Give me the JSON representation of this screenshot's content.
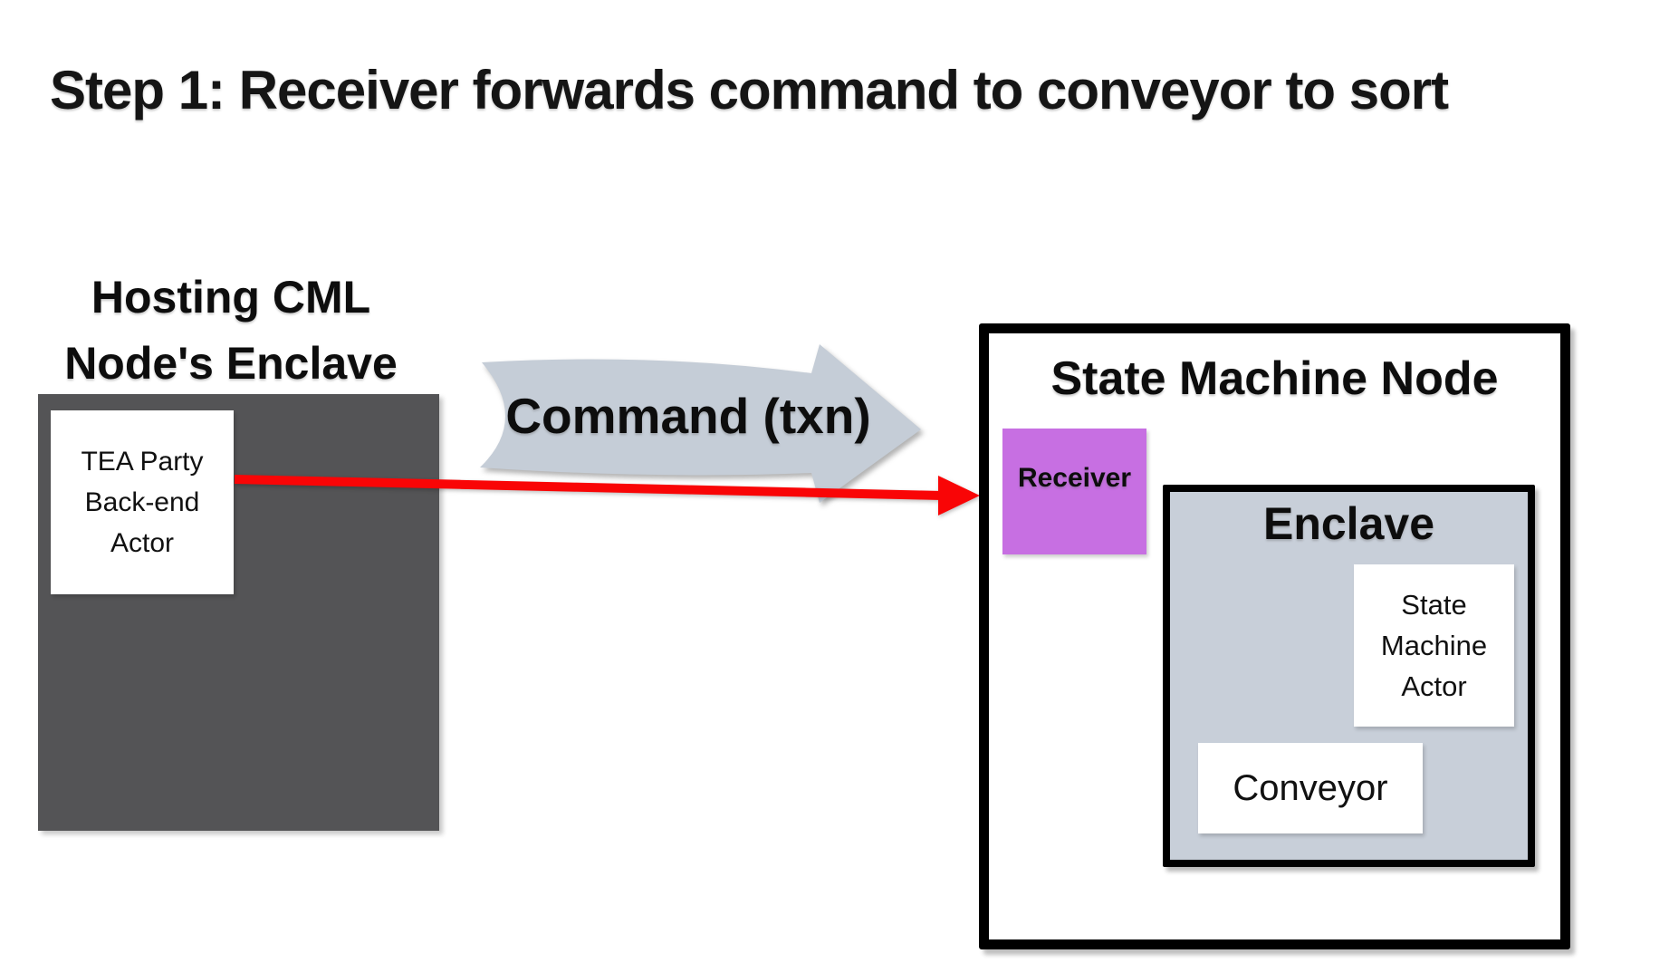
{
  "diagram": {
    "title": "Step 1: Receiver forwards command to conveyor to sort",
    "hosting_enclave": {
      "label_line1": "Hosting CML",
      "label_line2": "Node's Enclave",
      "tea_party_actor": {
        "line1": "TEA Party",
        "line2": "Back-end",
        "line3": "Actor"
      }
    },
    "command_arrow_label": "Command (txn)",
    "state_machine_node": {
      "title": "State Machine Node",
      "receiver_label": "Receiver",
      "enclave": {
        "title": "Enclave",
        "state_machine_actor": {
          "line1": "State",
          "line2": "Machine",
          "line3": "Actor"
        },
        "conveyor_label": "Conveyor"
      }
    }
  },
  "colors": {
    "title_text": "#151515",
    "dark_box": "#545456",
    "receiver_purple": "#c76fe2",
    "arrow_gray": "#c5cdd7",
    "enclave_fill": "#c8cfd9",
    "red_arrow": "#f90506",
    "outline_black": "#000000"
  }
}
